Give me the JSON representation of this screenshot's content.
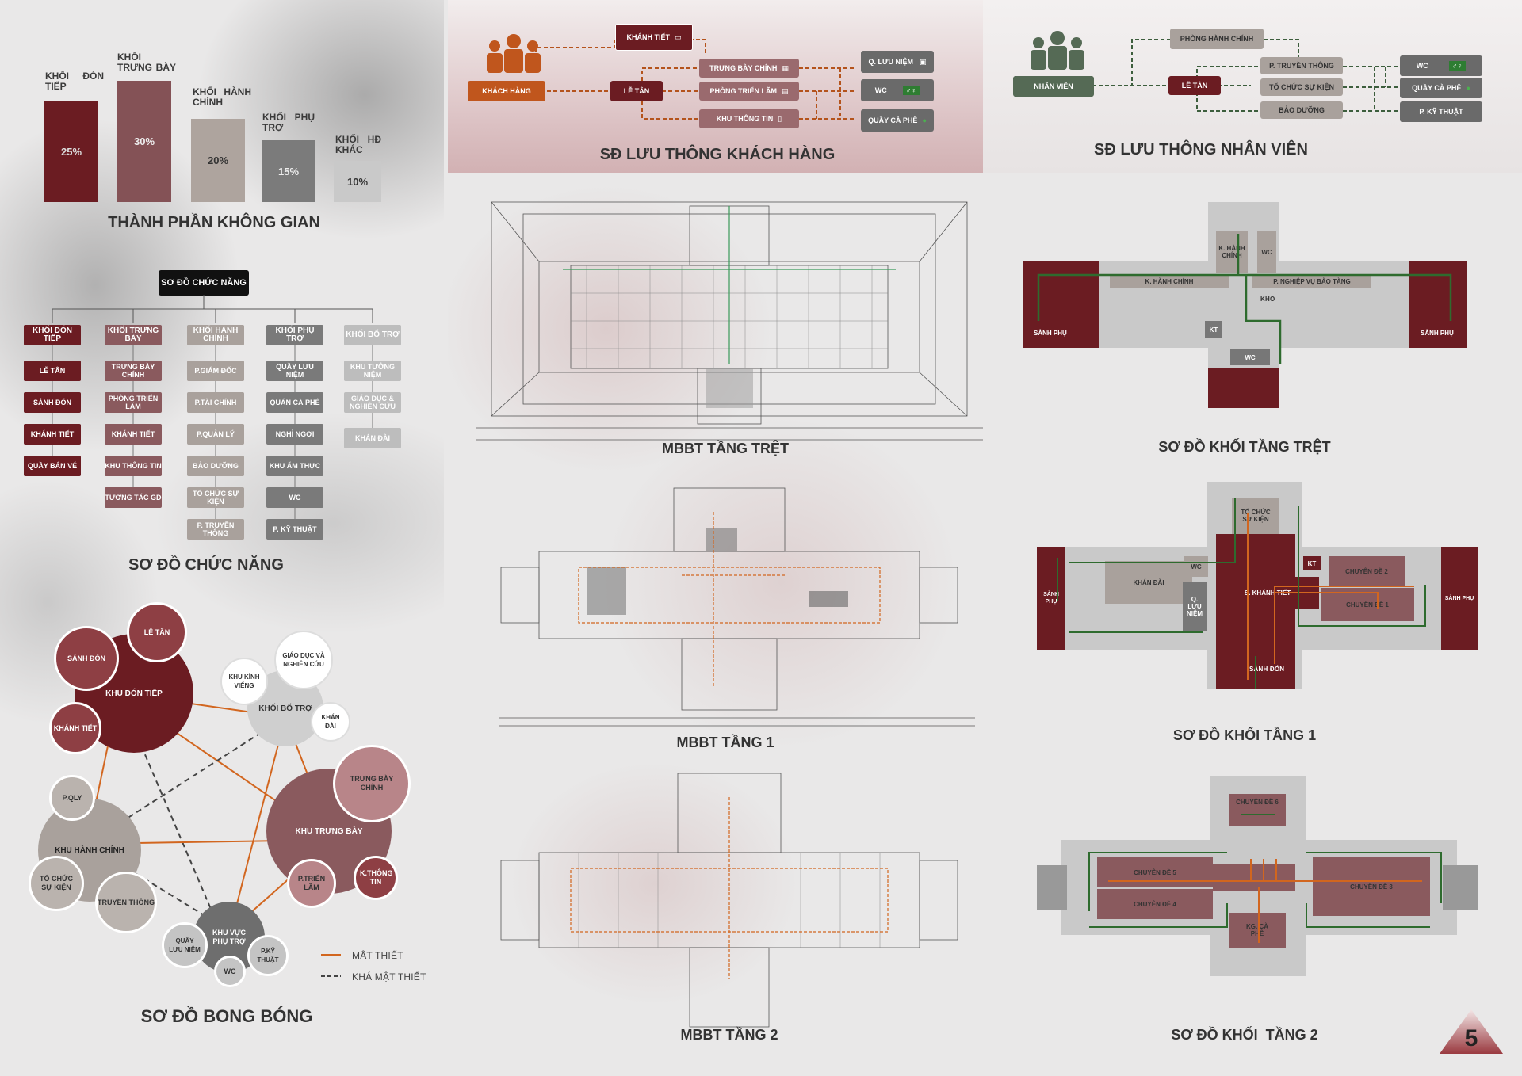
{
  "composition": {
    "title": "THÀNH PHẦN KHÔNG GIAN",
    "items": [
      {
        "label": "KHỐI ĐÓN TIẾP",
        "value": "25%"
      },
      {
        "label": "KHỐI TRƯNG BÀY",
        "value": "30%"
      },
      {
        "label": "KHỐI HÀNH CHÍNH",
        "value": "20%"
      },
      {
        "label": "KHỐI PHỤ TRỢ",
        "value": "15%"
      },
      {
        "label": "KHỐI HĐ KHÁC",
        "value": "10%"
      }
    ]
  },
  "function_chart": {
    "title": "SƠ ĐỒ CHỨC NĂNG",
    "root": "SƠ ĐỒ CHỨC NĂNG",
    "columns": [
      {
        "header": "KHỐI ĐÓN TIẾP",
        "items": [
          "LỄ TÂN",
          "SẢNH ĐÓN",
          "KHÁNH TIẾT",
          "QUẦY BÁN VÉ"
        ]
      },
      {
        "header": "KHỐI TRƯNG BÀY",
        "items": [
          "TRƯNG BÀY CHÍNH",
          "PHÒNG TRIỂN LÃM",
          "KHÁNH TIẾT",
          "KHU THÔNG TIN",
          "TƯƠNG TÁC GD"
        ]
      },
      {
        "header": "KHỐI HÀNH CHÍNH",
        "items": [
          "P.GIÁM ĐỐC",
          "P.TÀI CHÍNH",
          "P.QUẢN LÝ",
          "BẢO DƯỠNG",
          "TỔ CHỨC SỰ KIỆN",
          "P. TRUYỀN THÔNG"
        ]
      },
      {
        "header": "KHỐI PHỤ TRỢ",
        "items": [
          "QUẦY LƯU NIỆM",
          "QUÁN CÀ PHÊ",
          "NGHỈ NGƠI",
          "KHU ẨM THỰC",
          "WC",
          "P. KỸ THUẬT"
        ]
      },
      {
        "header": "KHỐI BỔ TRỢ",
        "items": [
          "KHU TƯỞNG NIỆM",
          "GIÁO DỤC & NGHIÊN CỨU",
          "KHÁN ĐÀI"
        ]
      }
    ]
  },
  "bubble": {
    "title": "SƠ ĐỒ BONG BÓNG",
    "labels": {
      "don_tiep": "KHU ĐÓN TIẾP",
      "sanh_don": "SẢNH ĐÓN",
      "le_tan": "LỄ TÂN",
      "khanh_tiet": "KHÁNH TIẾT",
      "bo_tro": "KHỐI BỔ TRỢ",
      "kinh_vieng": "KHU KÍNH VIẾNG",
      "giao_duc": "GIÁO DỤC VÀ NGHIÊN CỨU",
      "khan_dai": "KHÁN ĐÀI",
      "hanh_chinh": "KHU HÀNH CHÍNH",
      "p_qly": "P.QLY",
      "to_chuc": "TỔ CHỨC SỰ KIỆN",
      "truyen_thong": "TRUYỀN THÔNG",
      "trung_bay": "KHU TRƯNG BÀY",
      "tb_chinh": "TRƯNG BÀY CHÍNH",
      "trien_lam": "P.TRIỂN LÃM",
      "thong_tin": "K.THÔNG TIN",
      "phu_tro": "KHU VỰC PHỤ TRỢ",
      "luu_niem": "QUẦY LƯU NIỆM",
      "wc": "WC",
      "ky_thuat": "P.KỸ THUẬT"
    },
    "legend": {
      "mat_thiet": "MẬT THIẾT",
      "kha_mat_thiet": "KHÁ MẬT THIẾT"
    }
  },
  "visitor_flow": {
    "title": "SĐ LƯU THÔNG KHÁCH HÀNG",
    "khach_hang": "KHÁCH HÀNG",
    "khanh_tiet": "KHÁNH TIẾT",
    "le_tan": "LỄ TÂN",
    "trung_bay": "TRƯNG BÀY CHÍNH",
    "trien_lam": "PHÒNG TRIỂN LÃM",
    "thong_tin": "KHU THÔNG TIN",
    "luu_niem": "Q. LƯU NIỆM",
    "wc": "WC",
    "cafe": "QUẦY CÀ PHÊ"
  },
  "staff_flow": {
    "title": "SĐ LƯU THÔNG NHÂN VIÊN",
    "nhan_vien": "NHÂN VIÊN",
    "hanh_chinh": "PHÒNG HÀNH CHÍNH",
    "le_tan": "LỄ TÂN",
    "truyen_thong": "P. TRUYỀN THÔNG",
    "su_kien": "TỔ CHỨC SỰ KIỆN",
    "bao_duong": "BẢO DƯỠNG",
    "wc": "WC",
    "cafe": "QUẦY CÀ PHÊ",
    "ky_thuat": "P. KỸ THUẬT"
  },
  "plans": {
    "ground": "MBBT TẦNG TRỆT",
    "first": "MBBT TẦNG 1",
    "second": "MBBT TẦNG 2"
  },
  "blocks": {
    "ground": {
      "title": "SƠ ĐỒ KHỐI TẦNG TRỆT",
      "k_hanh_chinh_top": "K. HÀNH CHÍNH",
      "wc_top": "WC",
      "k_hanh_chinh": "K. HÀNH CHÍNH",
      "nghiep_vu": "P. NGHIỆP VỤ BẢO TÀNG",
      "kho": "KHO",
      "kt": "KT",
      "wc": "WC",
      "sanh_phu_l": "SẢNH PHỤ",
      "sanh_phu_r": "SẢNH PHỤ"
    },
    "first": {
      "title": "SƠ ĐỒ KHỐI TẦNG 1",
      "to_chuc": "TỔ CHỨC SỰ KIỆN",
      "wc": "WC",
      "kt": "KT",
      "khan_dai": "KHÁN ĐÀI",
      "luu_niem": "Q. LƯU NIỆM",
      "khanh_tiet": "S. KHÁNH TIẾT",
      "cd2": "CHUYÊN ĐỀ 2",
      "cd1": "CHUYÊN ĐỀ 1",
      "sanh_don": "SẢNH ĐÓN",
      "sanh_phu_l": "SẢNH PHỤ",
      "sanh_phu_r": "SẢNH PHỤ"
    },
    "second": {
      "title": "SƠ ĐỒ KHỐI  TẦNG 2",
      "cd6": "CHUYÊN ĐỀ 6",
      "cd5": "CHUYÊN ĐỀ 5",
      "cd4": "CHUYÊN ĐỀ 4",
      "cd3": "CHUYÊN ĐỀ 3",
      "cafe": "KG. CÀ PHÊ"
    }
  },
  "page_number": "5",
  "colors": {
    "maroon": "#6b1c22",
    "rose": "#8a5a5e",
    "beige": "#a9a19c",
    "gray": "#7a7a7a",
    "light": "#c4c4c4",
    "orange": "#c0561d",
    "green": "#4a6a4a"
  }
}
